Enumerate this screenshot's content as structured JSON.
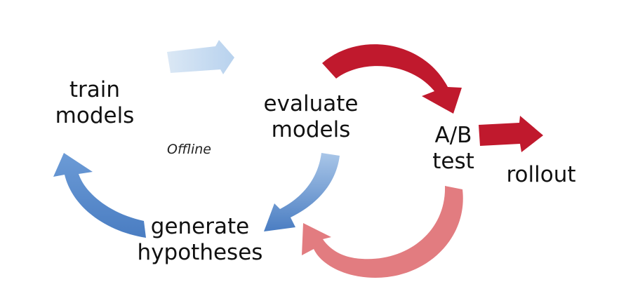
{
  "nodes": {
    "train_models": {
      "line1": "train",
      "line2": "models"
    },
    "evaluate_models": {
      "line1": "evaluate",
      "line2": "models"
    },
    "ab_test": {
      "line1": "A/B",
      "line2": "test"
    },
    "rollout": {
      "line1": "rollout"
    },
    "generate_hypotheses": {
      "line1": "generate",
      "line2": "hypotheses"
    }
  },
  "offline_label": "Offline",
  "colors": {
    "light_blue_arrow": "#c5dcf0",
    "blue_arrow_dark": "#4a7dc2",
    "blue_arrow_light": "#a9c6e8",
    "dark_red_arrow": "#c0192d",
    "pink_arrow": "#e27c80",
    "text": "#111111"
  },
  "arrows": [
    {
      "from": "train_models",
      "to": "evaluate_models",
      "color": "light_blue_arrow"
    },
    {
      "from": "evaluate_models",
      "to": "ab_test",
      "color": "dark_red_arrow"
    },
    {
      "from": "ab_test",
      "to": "rollout",
      "color": "dark_red_arrow"
    },
    {
      "from": "ab_test",
      "to": "generate_hypotheses",
      "color": "pink_arrow"
    },
    {
      "from": "evaluate_models",
      "to": "generate_hypotheses",
      "color": "blue_arrow_dark"
    },
    {
      "from": "generate_hypotheses",
      "to": "train_models",
      "color": "blue_arrow_dark"
    }
  ]
}
